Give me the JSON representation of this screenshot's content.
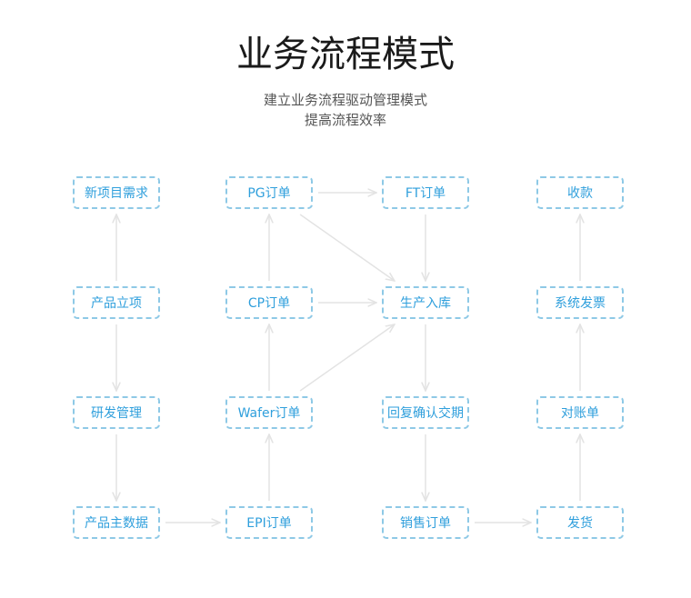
{
  "header": {
    "title": "业务流程模式",
    "subtitle_line1": "建立业务流程驱动管理模式",
    "subtitle_line2": "提高流程效率"
  },
  "colors": {
    "node_border": "#8ec9e6",
    "node_text": "#2f9fdc",
    "connector": "#e3e3e3",
    "title": "#1a1a1a",
    "subtitle": "#555555"
  },
  "nodes": {
    "new_project": "新项目需求",
    "pg_order": "PG订单",
    "ft_order": "FT订单",
    "payment": "收款",
    "product_project": "产品立项",
    "cp_order": "CP订单",
    "production_storage": "生产入库",
    "invoice": "系统发票",
    "rnd_management": "研发管理",
    "wafer_order": "Wafer订单",
    "reply_confirm": "回复确认交期",
    "reconciliation": "对账单",
    "master_data": "产品主数据",
    "epi_order": "EPI订单",
    "sales_order": "销售订单",
    "shipment": "发货"
  },
  "connections": [
    {
      "from": "product_project",
      "to": "new_project"
    },
    {
      "from": "product_project",
      "to": "rnd_management"
    },
    {
      "from": "rnd_management",
      "to": "master_data"
    },
    {
      "from": "master_data",
      "to": "epi_order"
    },
    {
      "from": "epi_order",
      "to": "wafer_order"
    },
    {
      "from": "wafer_order",
      "to": "cp_order"
    },
    {
      "from": "cp_order",
      "to": "pg_order"
    },
    {
      "from": "pg_order",
      "to": "ft_order"
    },
    {
      "from": "cp_order",
      "to": "production_storage"
    },
    {
      "from": "pg_order",
      "to": "production_storage"
    },
    {
      "from": "wafer_order",
      "to": "production_storage"
    },
    {
      "from": "ft_order",
      "to": "production_storage"
    },
    {
      "from": "production_storage",
      "to": "reply_confirm"
    },
    {
      "from": "reply_confirm",
      "to": "sales_order"
    },
    {
      "from": "sales_order",
      "to": "shipment"
    },
    {
      "from": "shipment",
      "to": "reconciliation"
    },
    {
      "from": "reconciliation",
      "to": "invoice"
    },
    {
      "from": "invoice",
      "to": "payment"
    }
  ]
}
